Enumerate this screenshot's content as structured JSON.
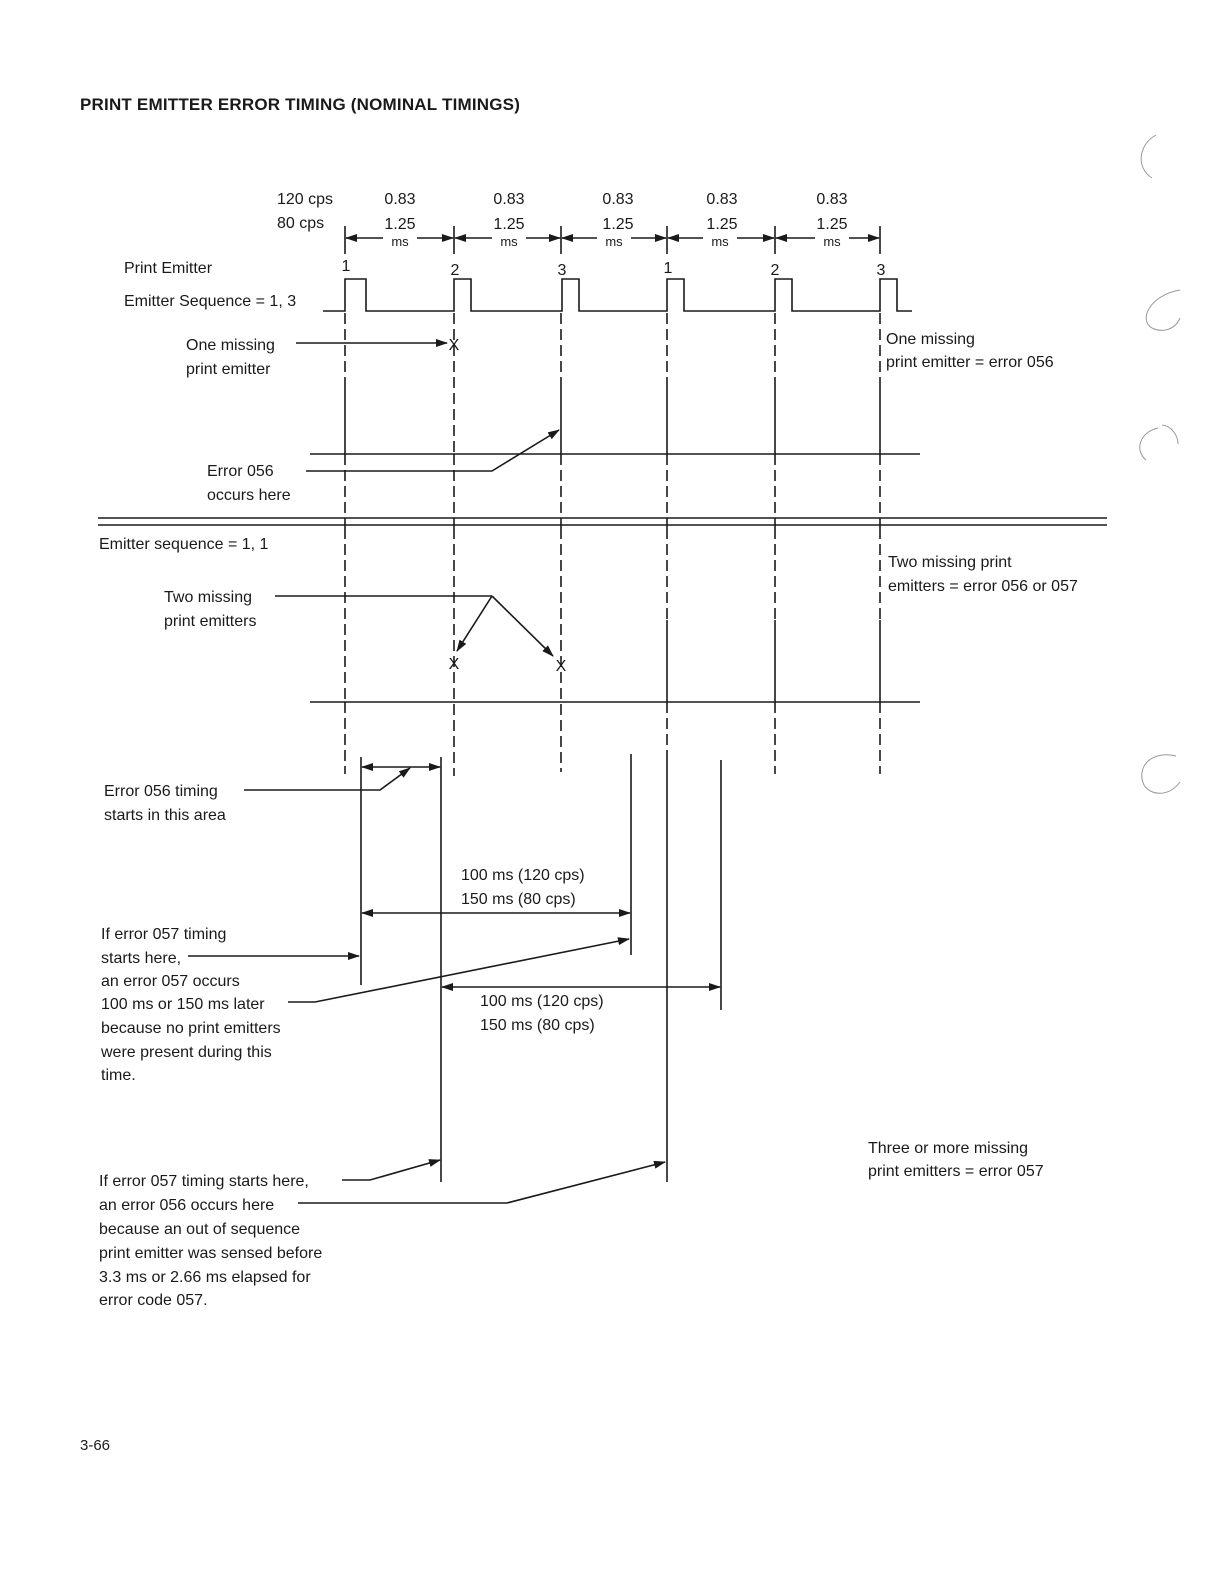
{
  "page": {
    "title": "PRINT EMITTER ERROR TIMING (NOMINAL TIMINGS)",
    "page_number": "3-66"
  },
  "timing_header": {
    "rate_120": "120 cps",
    "rate_80": "80 cps",
    "intervals": [
      {
        "t120": "0.83",
        "t80": "1.25",
        "unit": "ms"
      },
      {
        "t120": "0.83",
        "t80": "1.25",
        "unit": "ms"
      },
      {
        "t120": "0.83",
        "t80": "1.25",
        "unit": "ms"
      },
      {
        "t120": "0.83",
        "t80": "1.25",
        "unit": "ms"
      },
      {
        "t120": "0.83",
        "t80": "1.25",
        "unit": "ms"
      }
    ],
    "pulse_numbers": [
      "1",
      "2",
      "3",
      "1",
      "2",
      "3"
    ]
  },
  "section_1": {
    "label_print_emitter": "Print Emitter",
    "label_sequence": "Emitter Sequence = 1, 3",
    "missing_line1": "One missing",
    "missing_line2": "print emitter",
    "x_mark": "X",
    "error_line1": "Error 056",
    "error_line2": "occurs here",
    "note_line1": "One missing",
    "note_line2": "print emitter = error 056"
  },
  "section_2": {
    "label_sequence": "Emitter sequence = 1, 1",
    "missing_line1": "Two missing",
    "missing_line2": "print emitters",
    "x_mark_1": "X",
    "x_mark_2": "X",
    "note_line1": "Two missing print",
    "note_line2": "emitters = error 056 or 057"
  },
  "section_3": {
    "timing_start_1": "Error 056 timing",
    "timing_start_2": "starts in this area",
    "range_a_1": "100 ms (120 cps)",
    "range_a_2": "150 ms (80 cps)",
    "range_b_1": "100 ms (120 cps)",
    "range_b_2": "150 ms (80 cps)",
    "note_a": [
      "If error 057 timing",
      "starts here,",
      "an error 057 occurs",
      "100 ms or 150 ms later",
      "because no print emitters",
      "were present during this",
      "time."
    ],
    "note_b": [
      "If error 057 timing starts here,",
      "an error 056 occurs here",
      "because an out of sequence",
      "print emitter was sensed before",
      "3.3 ms or 2.66 ms elapsed for",
      "error code 057."
    ],
    "note_c_1": "Three or more missing",
    "note_c_2": "print emitters = error 057"
  }
}
